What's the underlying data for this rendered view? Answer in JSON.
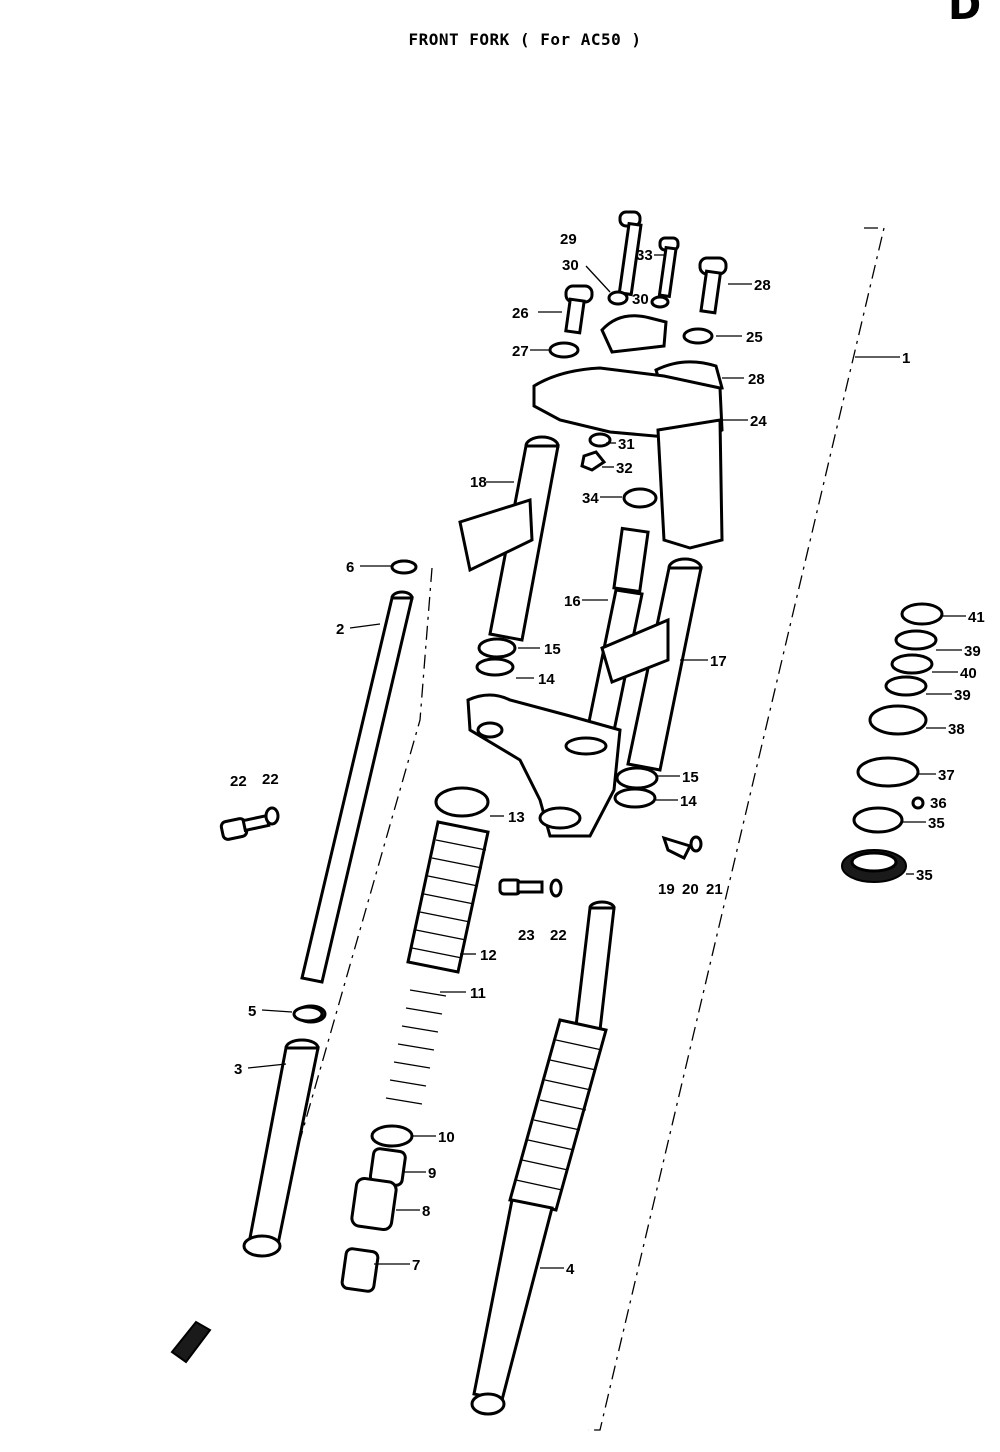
{
  "title": "FRONT FORK ( For AC50 )",
  "corner_code": "D",
  "callouts": {
    "c29": "29",
    "c30a": "30",
    "c33": "33",
    "c30b": "30",
    "c28a": "28",
    "c26": "26",
    "c25": "25",
    "c27": "27",
    "c28b": "28",
    "c24": "24",
    "c1": "1",
    "c31": "31",
    "c32": "32",
    "c34": "34",
    "c18": "18",
    "c6": "6",
    "c2": "2",
    "c16": "16",
    "c15a": "15",
    "c14a": "14",
    "c17": "17",
    "c22a": "22",
    "c22b": "22",
    "c15b": "15",
    "c14b": "14",
    "c13": "13",
    "c19": "19",
    "c20": "20",
    "c21": "21",
    "c23": "23",
    "c22c": "22",
    "c12": "12",
    "c11": "11",
    "c5": "5",
    "c3": "3",
    "c10": "10",
    "c9": "9",
    "c8": "8",
    "c7": "7",
    "c4": "4",
    "c41": "41",
    "c39a": "39",
    "c40": "40",
    "c39b": "39",
    "c38": "38",
    "c37": "37",
    "c36": "36",
    "c35a": "35",
    "c35b": "35"
  }
}
